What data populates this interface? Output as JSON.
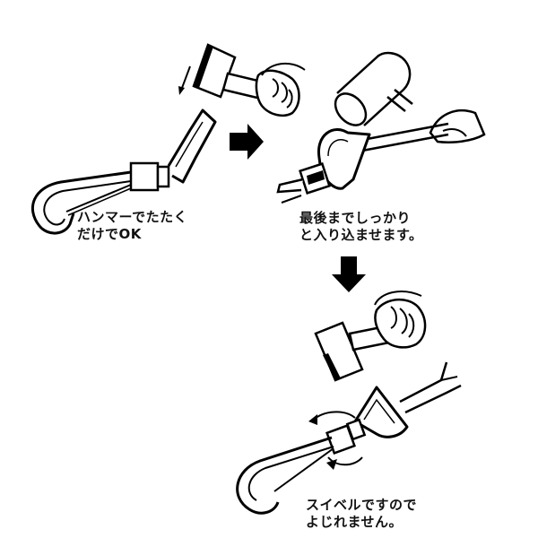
{
  "steps": [
    {
      "caption_line1": "ハンマーでたたく",
      "caption_line2": "だけでOK"
    },
    {
      "caption_line1": "最後までしっかり",
      "caption_line2": "と入り込ませます。"
    },
    {
      "caption_line1": "スイベルですので",
      "caption_line2": "よじれません。"
    }
  ],
  "icons": {
    "arrow_right": "arrow-right-icon",
    "arrow_down": "arrow-down-icon",
    "rotate": "rotate-arrows-icon"
  }
}
